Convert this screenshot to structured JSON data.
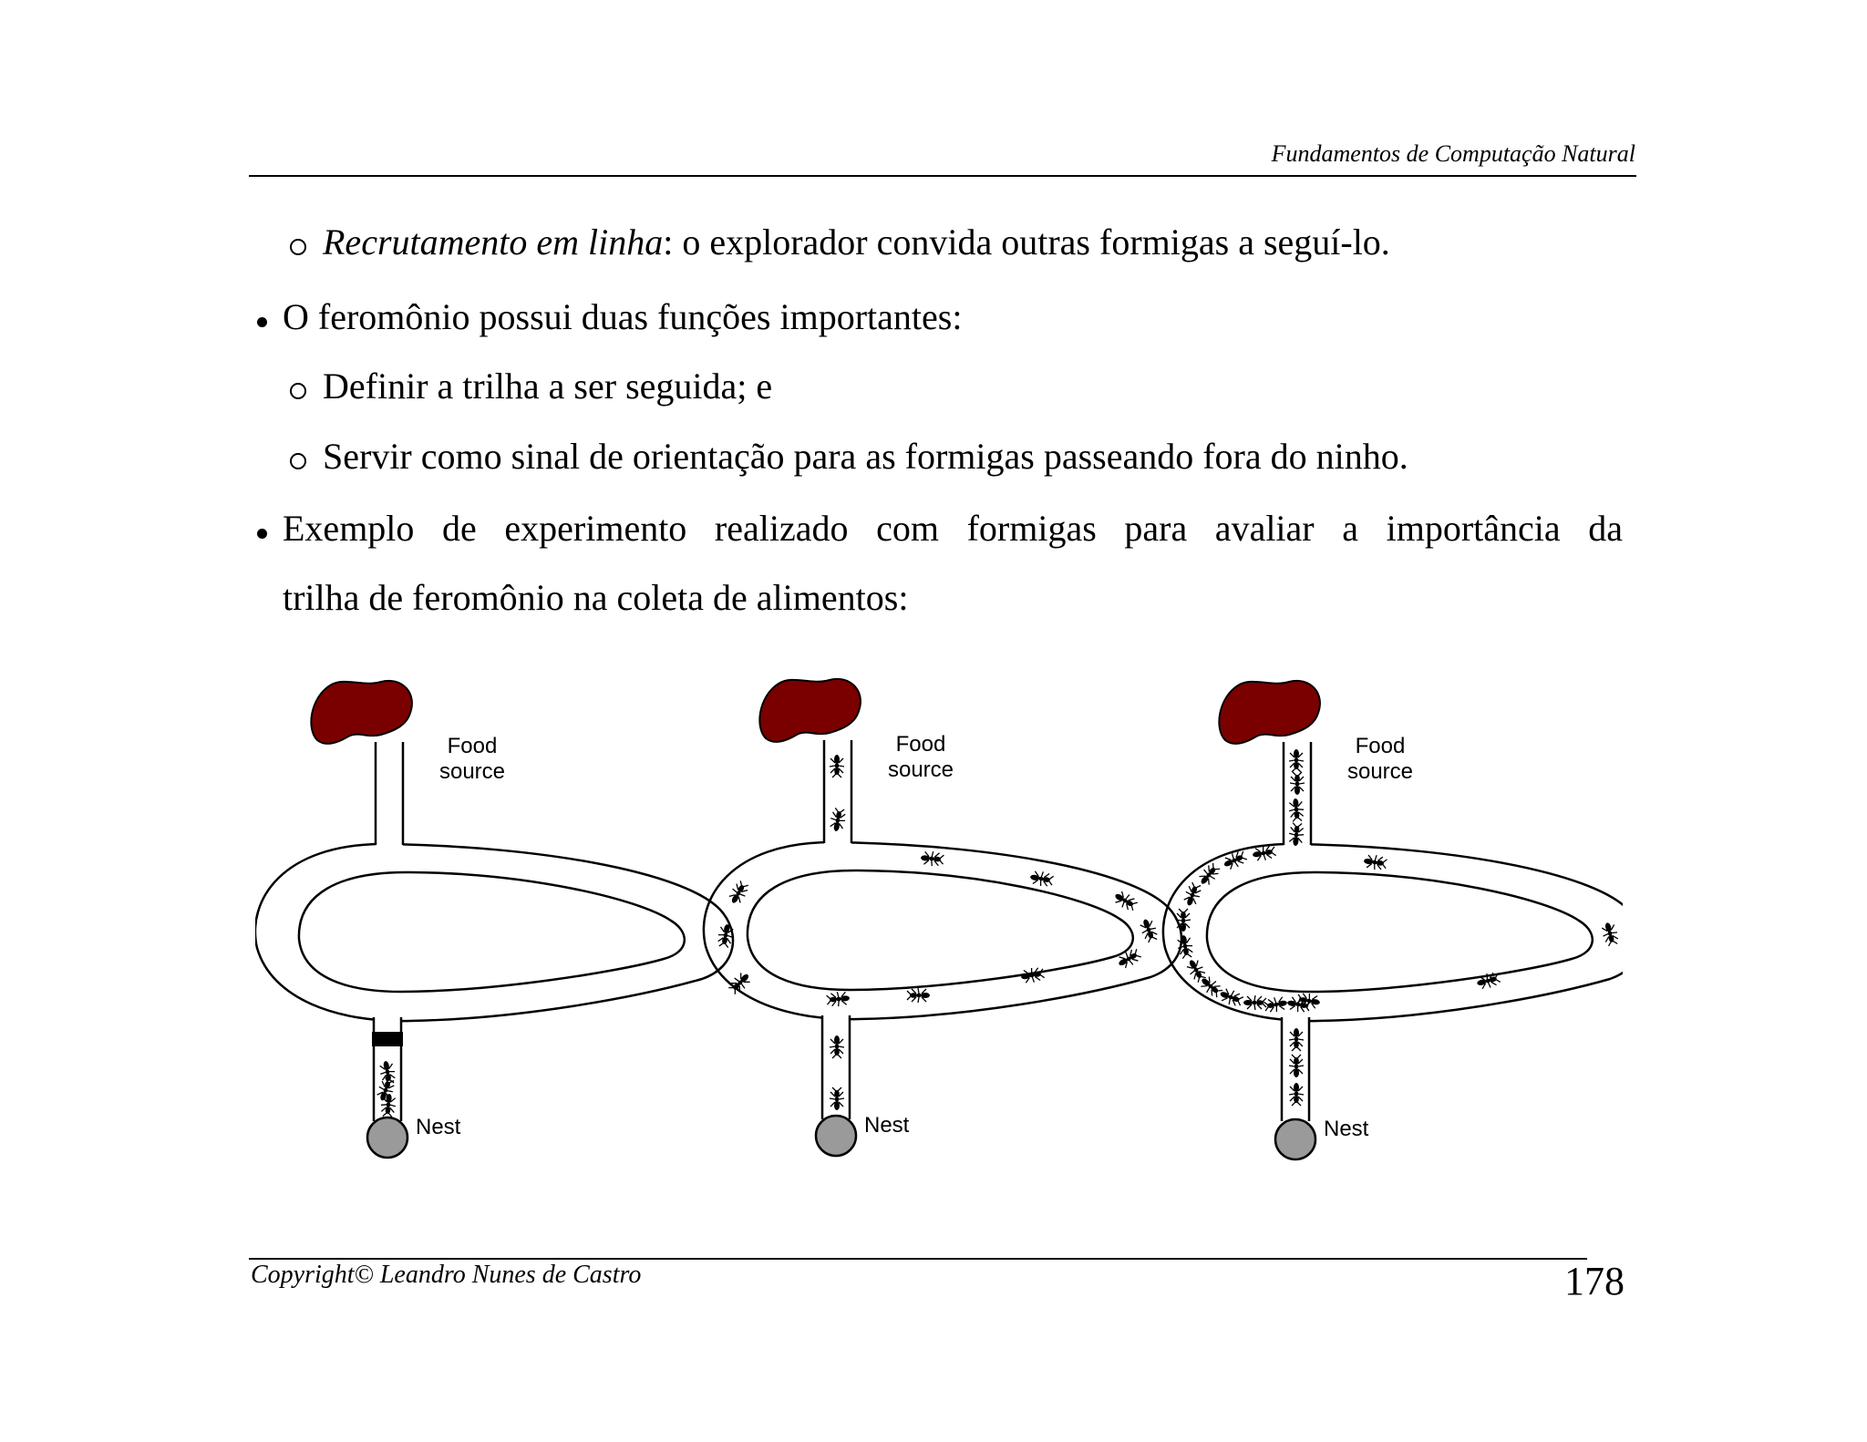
{
  "header": {
    "title": "Fundamentos de Computação Natural"
  },
  "content": {
    "line1": {
      "italic": "Recrutamento em linha",
      "rest": ": o explorador convida outras formigas a seguí-lo."
    },
    "line2": "O feromônio possui duas funções importantes:",
    "line3": "Definir a trilha a ser seguida; e",
    "line4": "Servir como sinal de orientação para as formigas passeando fora do ninho.",
    "line5a": "Exemplo de experimento realizado com formigas para avaliar a importância da",
    "line5b": "trilha de feromônio na coleta de alimentos:"
  },
  "figure": {
    "panels": [
      {
        "food_label_1": "Food",
        "food_label_2": "source",
        "nest_label": "Nest"
      },
      {
        "food_label_1": "Food",
        "food_label_2": "source",
        "nest_label": "Nest"
      },
      {
        "food_label_1": "Food",
        "food_label_2": "source",
        "nest_label": "Nest"
      }
    ]
  },
  "footer": {
    "copyright": "Copyright© Leandro Nunes de Castro",
    "page_number": "178"
  },
  "colors": {
    "food": "#7a0000",
    "nest": "#9a9a9a",
    "ink": "#000000"
  }
}
